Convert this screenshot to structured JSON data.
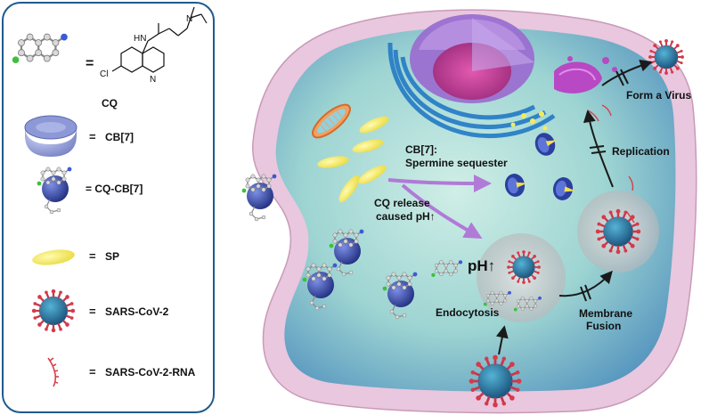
{
  "legend": {
    "cq_label": "CQ",
    "cq_formula_cl": "Cl",
    "cq_formula_hn": "HN",
    "cq_formula_n": "N",
    "cq_formula_n2": "N",
    "items": [
      {
        "eq": "=",
        "label": "CB[7]"
      },
      {
        "eq": "=",
        "label": "= CQ-CB[7]"
      },
      {
        "eq": "=",
        "label": "SP"
      },
      {
        "eq": "=",
        "label": "SARS-CoV-2"
      },
      {
        "eq": "=",
        "label": "SARS-CoV-2-RNA"
      }
    ],
    "cq_eq": "="
  },
  "cell": {
    "cb7_line1": "CB[7]:",
    "cb7_line2": "Spermine sequester",
    "cq_release_line1": "CQ release",
    "cq_release_line2": "caused pH↑",
    "ph_label": "pH↑",
    "endocytosis": "Endocytosis",
    "membrane_line1": "Membrane",
    "membrane_line2": "Fusion",
    "replication": "Replication",
    "form_virus": "Form a Virus"
  },
  "colors": {
    "cell_membrane": "#e6c3dc",
    "cytoplasm": "#9fd8d0",
    "virus_body": "#1f6f9a",
    "virus_spike": "#d23a3a",
    "cb7": "#2c3f9e",
    "sp": "#f4ec5a",
    "nucleus": "#9a6fd0",
    "er": "#2f86c9",
    "arrow": "#9b59c9"
  }
}
